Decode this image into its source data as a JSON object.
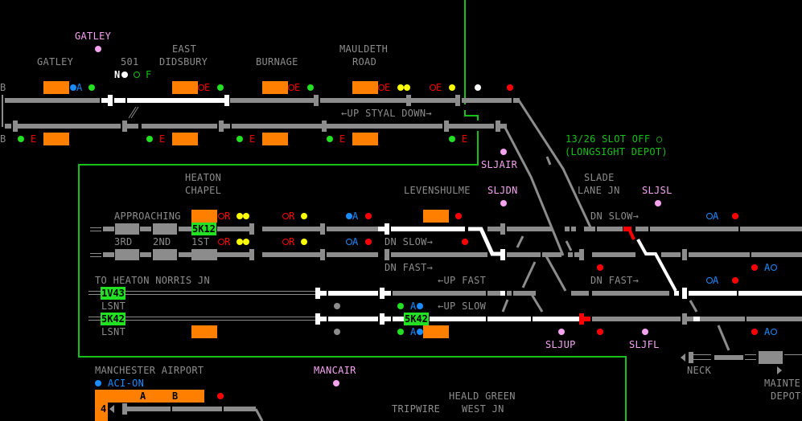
{
  "window": {
    "title": "Signalling Control Display - Slade Lane / Styal Line"
  },
  "colors": {
    "background": "#000000",
    "track_normal": "#8c8c8c",
    "track_routed": "#ffffff",
    "track_occupied": "#ff0000",
    "berth_empty": "#ff8000",
    "berth_descriptor": "#22e022",
    "boundary_line": "#16c016",
    "location_text": "#8c8c8c",
    "panel_id_text": "#f5a3f0",
    "auto_indicator": "#1a8cff",
    "signal_red": "#ff0000",
    "signal_yellow": "#ffff00",
    "signal_green": "#22e022"
  },
  "stations": {
    "gatley": "GATLEY",
    "east_didsbury_1": "EAST",
    "east_didsbury_2": "DIDSBURY",
    "burnage": "BURNAGE",
    "mauldeth_1": "MAULDETH",
    "mauldeth_2": "ROAD",
    "heaton_chapel_1": "HEATON",
    "heaton_chapel_2": "CHAPEL",
    "levenshulme": "LEVENSHULME",
    "slade_lane_1": "SLADE",
    "slade_lane_2": "LANE JN",
    "manchester_airport": "MANCHESTER AIRPORT",
    "heald_green_1": "HEALD GREEN",
    "heald_green_2": "WEST JN",
    "tripwire": "TRIPWIRE",
    "neck": "NECK",
    "mainte_depot_1": "MAINTE",
    "mainte_depot_2": "DEPOT",
    "to_heaton_norris": "TO HEATON NORRIS JN"
  },
  "panel_ids": {
    "gatley": "GATLEY",
    "sljair": "SLJAIR",
    "sljdn": "SLJDN",
    "sljsl": "SLJSL",
    "sljup": "SLJUP",
    "sljfl": "SLJFL",
    "mancair": "MANCAIR"
  },
  "line_labels": {
    "up_styal_down": "←UP STYAL DOWN→",
    "dn_slow_1": "DN SLOW→",
    "dn_fast_1": "DN FAST→",
    "up_fast": "←UP FAST",
    "up_slow": "←UP SLOW",
    "dn_slow_2": "DN SLOW→",
    "dn_fast_2": "DN FAST→",
    "approaching": "APPROACHING",
    "third": "3RD",
    "second": "2ND",
    "first": "1ST",
    "lsnt_1": "LSNT",
    "lsnt_2": "LSNT"
  },
  "indicators": {
    "level_crossing_id": "501",
    "lc_n": "N",
    "lc_f": "F",
    "slot_off_1": "13/26 SLOT OFF ○",
    "slot_off_2": "(LONGSIGHT DEPOT)",
    "aci_on": "ACI-ON",
    "platform_a": "A",
    "platform_b": "B",
    "platform_4": "4",
    "edge_b_top": "B",
    "edge_b_bottom": "B"
  },
  "signal_codes": {
    "auto": "A",
    "emergency": "E",
    "route": "R"
  },
  "berth_descriptors": {
    "heaton_chapel_up": "5K12",
    "heaton_norris_1": "1V43",
    "heaton_norris_2": "5K42",
    "levenshulme_up_slow": "5K42"
  }
}
